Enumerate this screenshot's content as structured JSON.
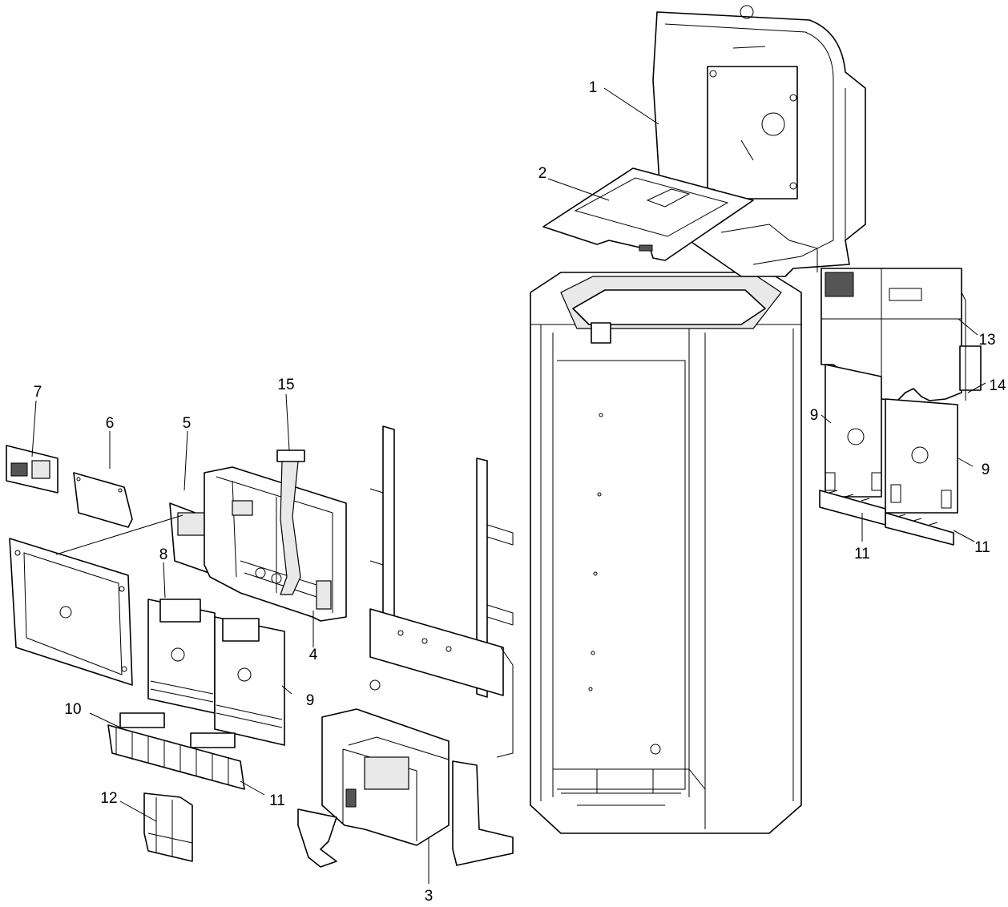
{
  "diagram": {
    "callouts": [
      "1",
      "2",
      "3",
      "4",
      "5",
      "6",
      "7",
      "8",
      "9",
      "9",
      "9",
      "10",
      "11",
      "11",
      "11",
      "12",
      "13",
      "14",
      "15"
    ]
  }
}
